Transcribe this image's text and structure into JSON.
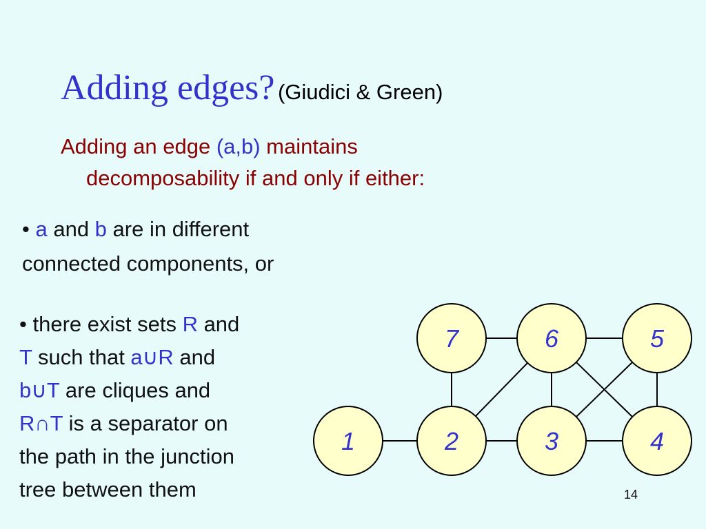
{
  "slide": {
    "title": "Adding edges?",
    "subtitle": "(Giudici & Green)",
    "lead": {
      "part1": "Adding an edge ",
      "edge": "(a,b)",
      "part2": " maintains",
      "line2": "decomposability if and only if either:"
    },
    "bullet1": {
      "marker": "• ",
      "a": "a",
      "t1": " and ",
      "b": "b",
      "t2": " are in different",
      "line2": "connected components, or"
    },
    "bullet2": {
      "marker": "• ",
      "t1": "there exist sets ",
      "R": "R",
      "t2": " and",
      "T": "T",
      "t3": " such that ",
      "aR": "a∪R",
      "t4": " and",
      "bT": "b∪T",
      "t5": " are cliques and",
      "RT": "R∩T",
      "t6": " is a separator on",
      "line5": "the path in the junction",
      "line6": "tree between them"
    },
    "page_number": "14"
  },
  "graph": {
    "node_fill": "#FFFFCC",
    "node_stroke": "#000000",
    "label_color": "#3333CC",
    "nodes": [
      {
        "id": "n7",
        "label": "7"
      },
      {
        "id": "n6",
        "label": "6"
      },
      {
        "id": "n5",
        "label": "5"
      },
      {
        "id": "n1",
        "label": "1"
      },
      {
        "id": "n2",
        "label": "2"
      },
      {
        "id": "n3",
        "label": "3"
      },
      {
        "id": "n4",
        "label": "4"
      }
    ],
    "edges": [
      [
        "7",
        "6"
      ],
      [
        "6",
        "5"
      ],
      [
        "7",
        "2"
      ],
      [
        "6",
        "2"
      ],
      [
        "6",
        "3"
      ],
      [
        "6",
        "4"
      ],
      [
        "5",
        "3"
      ],
      [
        "5",
        "4"
      ],
      [
        "1",
        "2"
      ],
      [
        "2",
        "3"
      ],
      [
        "3",
        "4"
      ]
    ]
  }
}
